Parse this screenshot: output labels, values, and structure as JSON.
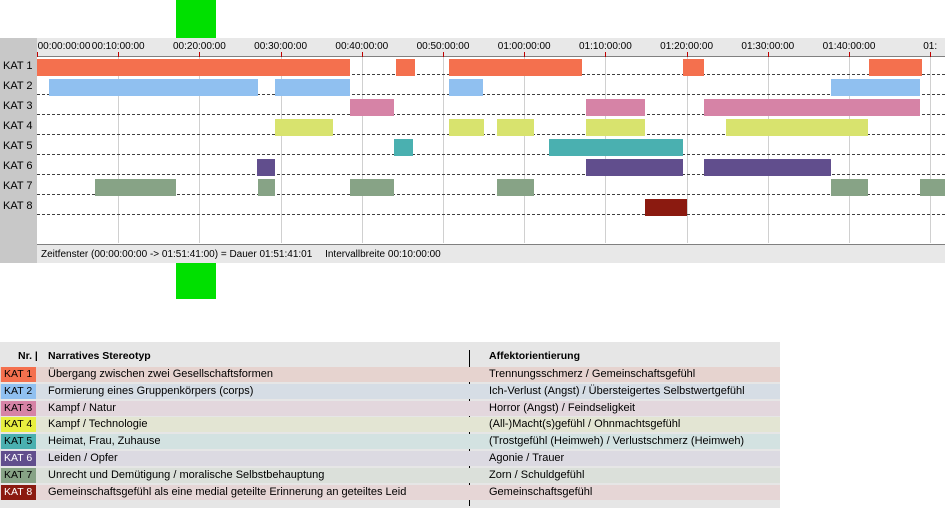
{
  "timeline": {
    "tick_labels": [
      "00:00:00:00",
      "00:10:00:00",
      "00:20:00:00",
      "00:30:00:00",
      "00:40:00:00",
      "00:50:00:00",
      "01:00:00:00",
      "01:10:00:00",
      "01:20:00:00",
      "01:30:00:00",
      "01:40:00:00",
      "01:"
    ],
    "tick_minutes": [
      0,
      10,
      20,
      30,
      40,
      50,
      60,
      70,
      80,
      90,
      100,
      110
    ],
    "rows": [
      {
        "label": "KAT 1",
        "color": "#f4704e",
        "segments": [
          [
            0,
            38.6
          ],
          [
            44.2,
            46.5
          ],
          [
            50.8,
            67.1
          ],
          [
            79.6,
            82.2
          ],
          [
            102.5,
            109
          ]
        ]
      },
      {
        "label": "KAT 2",
        "color": "#90c0f0",
        "segments": [
          [
            1.5,
            27.2
          ],
          [
            29.3,
            38.6
          ],
          [
            50.8,
            54.9
          ],
          [
            97.8,
            108.8
          ]
        ]
      },
      {
        "label": "KAT 3",
        "color": "#d683a6",
        "segments": [
          [
            38.6,
            44
          ],
          [
            67.6,
            74.9
          ],
          [
            82.2,
            108.8
          ]
        ]
      },
      {
        "label": "KAT 4",
        "color": "#d8e36e",
        "segments": [
          [
            29.3,
            36.5
          ],
          [
            50.8,
            55.1
          ],
          [
            56.7,
            61.2
          ],
          [
            67.6,
            74.9
          ],
          [
            84.9,
            102.3
          ]
        ]
      },
      {
        "label": "KAT 5",
        "color": "#4ab0b0",
        "segments": [
          [
            44,
            46.3
          ],
          [
            63.1,
            79.6
          ]
        ]
      },
      {
        "label": "KAT 6",
        "color": "#614e8d",
        "segments": [
          [
            27.1,
            29.3
          ],
          [
            67.6,
            79.6
          ],
          [
            82.2,
            97.8
          ]
        ]
      },
      {
        "label": "KAT 7",
        "color": "#87a386",
        "segments": [
          [
            7.2,
            17.1
          ],
          [
            27.2,
            29.3
          ],
          [
            38.6,
            44
          ],
          [
            56.7,
            61.2
          ],
          [
            97.8,
            102.3
          ],
          [
            108.8,
            112
          ]
        ]
      },
      {
        "label": "KAT 8",
        "color": "#8b1a10",
        "segments": [
          [
            74.9,
            80.1
          ]
        ]
      }
    ],
    "status_text": "Zeitfenster (00:00:00:00 -> 01:51:41:00) = Dauer 01:51:41:01",
    "interval_text": "Intervallbreite 00:10:00:00"
  },
  "legend": {
    "headers": {
      "nr": "Nr. |",
      "narrative": "Narratives Stereotyp",
      "affekt": "Affektorientierung"
    },
    "rows": [
      {
        "code": "KAT 1",
        "color": "#f4704e",
        "rowbg": "#e6d3cf",
        "narrative": "Übergang zwischen zwei Gesellschaftsformen",
        "affekt": "Trennungsschmerz / Gemeinschaftsgefühl"
      },
      {
        "code": "KAT 2",
        "color": "#90c0f0",
        "rowbg": "#d6dde5",
        "narrative": "Formierung eines Gruppenkörpers (corps)",
        "affekt": "Ich-Verlust (Angst) / Übersteigertes Selbstwertgefühl"
      },
      {
        "code": "KAT 3",
        "color": "#d683a6",
        "rowbg": "#e3d7dd",
        "narrative": "Kampf / Natur",
        "affekt": "Horror (Angst) / Feindseligkeit"
      },
      {
        "code": "KAT 4",
        "color": "#e8ef40",
        "rowbg": "#e3e5d3",
        "narrative": "Kampf / Technologie",
        "affekt": "(All-)Macht(s)gefühl / Ohnmachtsgefühl"
      },
      {
        "code": "KAT 5",
        "color": "#4ab0b0",
        "rowbg": "#d3e2e1",
        "narrative": "Heimat, Frau, Zuhause",
        "affekt": "(Trostgefühl (Heimweh) / Verlustschmerz (Heimweh)"
      },
      {
        "code": "KAT 6",
        "color": "#614e8d",
        "rowbg": "#dcdae2",
        "narrative": "Leiden / Opfer",
        "affekt": "Agonie / Trauer"
      },
      {
        "code": "KAT 7",
        "color": "#87a386",
        "rowbg": "#dbe0da",
        "narrative": "Unrecht und Demütigung / moralische Selbstbehauptung",
        "affekt": "Zorn / Schuldgefühl"
      },
      {
        "code": "KAT 8",
        "color": "#8b1a10",
        "rowbg": "#e6d6d6",
        "narrative": "Gemeinschaftsgefühl als eine medial geteilte Erinnerung an geteiltes Leid",
        "affekt": "Gemeinschaftsgefühl"
      }
    ]
  }
}
